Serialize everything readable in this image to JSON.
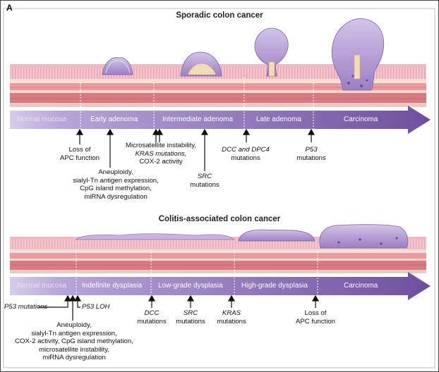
{
  "panel_label": "A",
  "sporadic": {
    "title": "Sporadic colon cancer",
    "stages": [
      "Normal mucosa",
      "Early adenoma",
      "Intermediate adenoma",
      "Late adenoma",
      "Carcinoma"
    ],
    "events": [
      {
        "lines": [
          "Loss of",
          "APC function"
        ]
      },
      {
        "lines": [
          "Aneuploidy,",
          "sialyl-Tn antigen expression,",
          "CpG island methylation,",
          "miRNA dysregulation"
        ]
      },
      {
        "lines": [
          "Microsatellite instability,",
          "KRAS mutations,",
          "COX-2 activity"
        ]
      },
      {
        "lines": [
          "SRC",
          "mutations"
        ]
      },
      {
        "lines": [
          "DCC and DPC4",
          "mutations"
        ]
      },
      {
        "lines": [
          "P53",
          "mutations"
        ]
      }
    ]
  },
  "colitis": {
    "title": "Colitis-associated colon cancer",
    "stages": [
      "Normal mucosa",
      "Indefinite dysplasia",
      "Low-grade dysplasia",
      "High-grade dysplasia",
      "Carcinoma"
    ],
    "events": [
      {
        "lines": [
          "P53 mutations"
        ]
      },
      {
        "lines": [
          "P53 LOH"
        ]
      },
      {
        "lines": [
          "Aneuploidy,",
          "sialyl-Tn antigen expression,",
          "COX-2 activity, CpG island methylation,",
          "microsatellite instability,",
          "miRNA dysregulation"
        ]
      },
      {
        "lines": [
          "DCC",
          "mutations"
        ]
      },
      {
        "lines": [
          "SRC",
          "mutations"
        ]
      },
      {
        "lines": [
          "KRAS",
          "mutations"
        ]
      },
      {
        "lines": [
          "Loss of",
          "APC function"
        ]
      }
    ]
  },
  "colors": {
    "arrow_start": "#c9bfe0",
    "arrow_end": "#7b5ea8",
    "mucosa_pink": "#f2c7cf",
    "polyp_purple": "#a58ac9",
    "muscle_red": "#d8848a"
  }
}
